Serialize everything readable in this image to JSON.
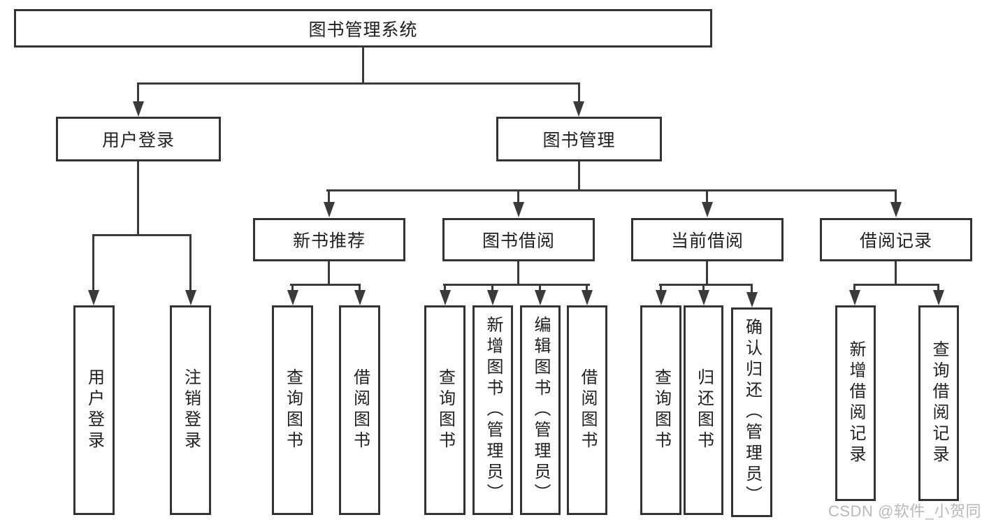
{
  "tree": {
    "root": {
      "label": "图书管理系统"
    },
    "branches": [
      {
        "label": "用户登录",
        "leaves": [
          {
            "label": "用户登录"
          },
          {
            "label": "注销登录"
          }
        ]
      },
      {
        "label": "图书管理",
        "children": [
          {
            "label": "新书推荐",
            "leaves": [
              {
                "label": "查询图书"
              },
              {
                "label": "借阅图书"
              }
            ]
          },
          {
            "label": "图书借阅",
            "leaves": [
              {
                "label": "查询图书"
              },
              {
                "label": "新增图书（管理员）"
              },
              {
                "label": "编辑图书（管理员）"
              },
              {
                "label": "借阅图书"
              }
            ]
          },
          {
            "label": "当前借阅",
            "leaves": [
              {
                "label": "查询图书"
              },
              {
                "label": "归还图书"
              },
              {
                "label": "确认归还（管理员）"
              }
            ]
          },
          {
            "label": "借阅记录",
            "leaves": [
              {
                "label": "新增借阅记录"
              },
              {
                "label": "查询借阅记录"
              }
            ]
          }
        ]
      }
    ]
  },
  "watermark": {
    "text": "CSDN @软件_小贺同学"
  },
  "colors": {
    "background": "#ffffff",
    "line": "#3a3a3a",
    "box_border": "#333333",
    "text": "#1f1f1f",
    "watermark": "#b9b9b9"
  }
}
